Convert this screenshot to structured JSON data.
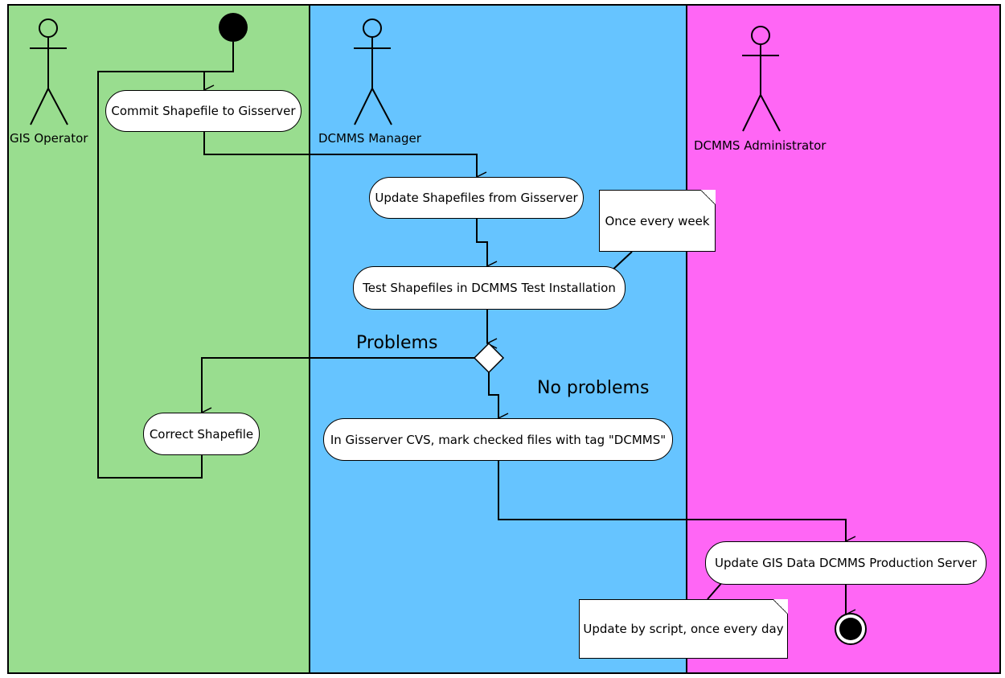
{
  "lanes": [
    {
      "actor": "GIS Operator",
      "color": "#99dd8f"
    },
    {
      "actor": "DCMMS Manager",
      "color": "#66c4ff"
    },
    {
      "actor": "DCMMS Administrator",
      "color": "#ff66f5"
    }
  ],
  "activities": {
    "commit": "Commit Shapefile to Gisserver",
    "update": "Update Shapefiles from Gisserver",
    "test": "Test Shapefiles in DCMMS Test Installation",
    "correct": "Correct Shapefile",
    "mark": "In Gisserver CVS, mark checked files with tag \"DCMMS\"",
    "production": "Update GIS Data DCMMS Production Server"
  },
  "notes": {
    "weekly": "Once every week",
    "daily": "Update by script, once every day"
  },
  "guards": {
    "problems": "Problems",
    "no_problems": "No problems"
  }
}
